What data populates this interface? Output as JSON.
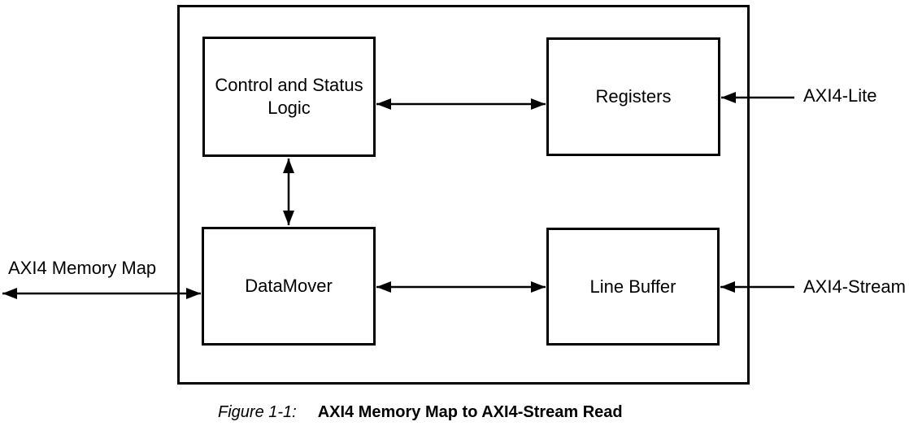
{
  "figure": {
    "caption_label": "Figure 1-1:",
    "caption_title": "AXI4 Memory Map to AXI4-Stream Read"
  },
  "blocks": {
    "control_status_logic": {
      "label": "Control and Status Logic"
    },
    "registers": {
      "label": "Registers"
    },
    "datamover": {
      "label": "DataMover"
    },
    "line_buffer": {
      "label": "Line Buffer"
    }
  },
  "interfaces": {
    "axi4_lite": {
      "label": "AXI4-Lite",
      "direction": "into Registers"
    },
    "axi4_stream": {
      "label": "AXI4-Stream",
      "direction": "into Line Buffer"
    },
    "axi4_memory_map": {
      "label": "AXI4 Memory Map",
      "direction": "bidirectional with DataMover"
    }
  },
  "connections": [
    {
      "from": "control_status_logic",
      "to": "registers",
      "style": "double-arrow"
    },
    {
      "from": "control_status_logic",
      "to": "datamover",
      "style": "double-arrow"
    },
    {
      "from": "datamover",
      "to": "line_buffer",
      "style": "double-arrow"
    }
  ],
  "colors": {
    "ink": "#000000",
    "background": "#ffffff"
  }
}
